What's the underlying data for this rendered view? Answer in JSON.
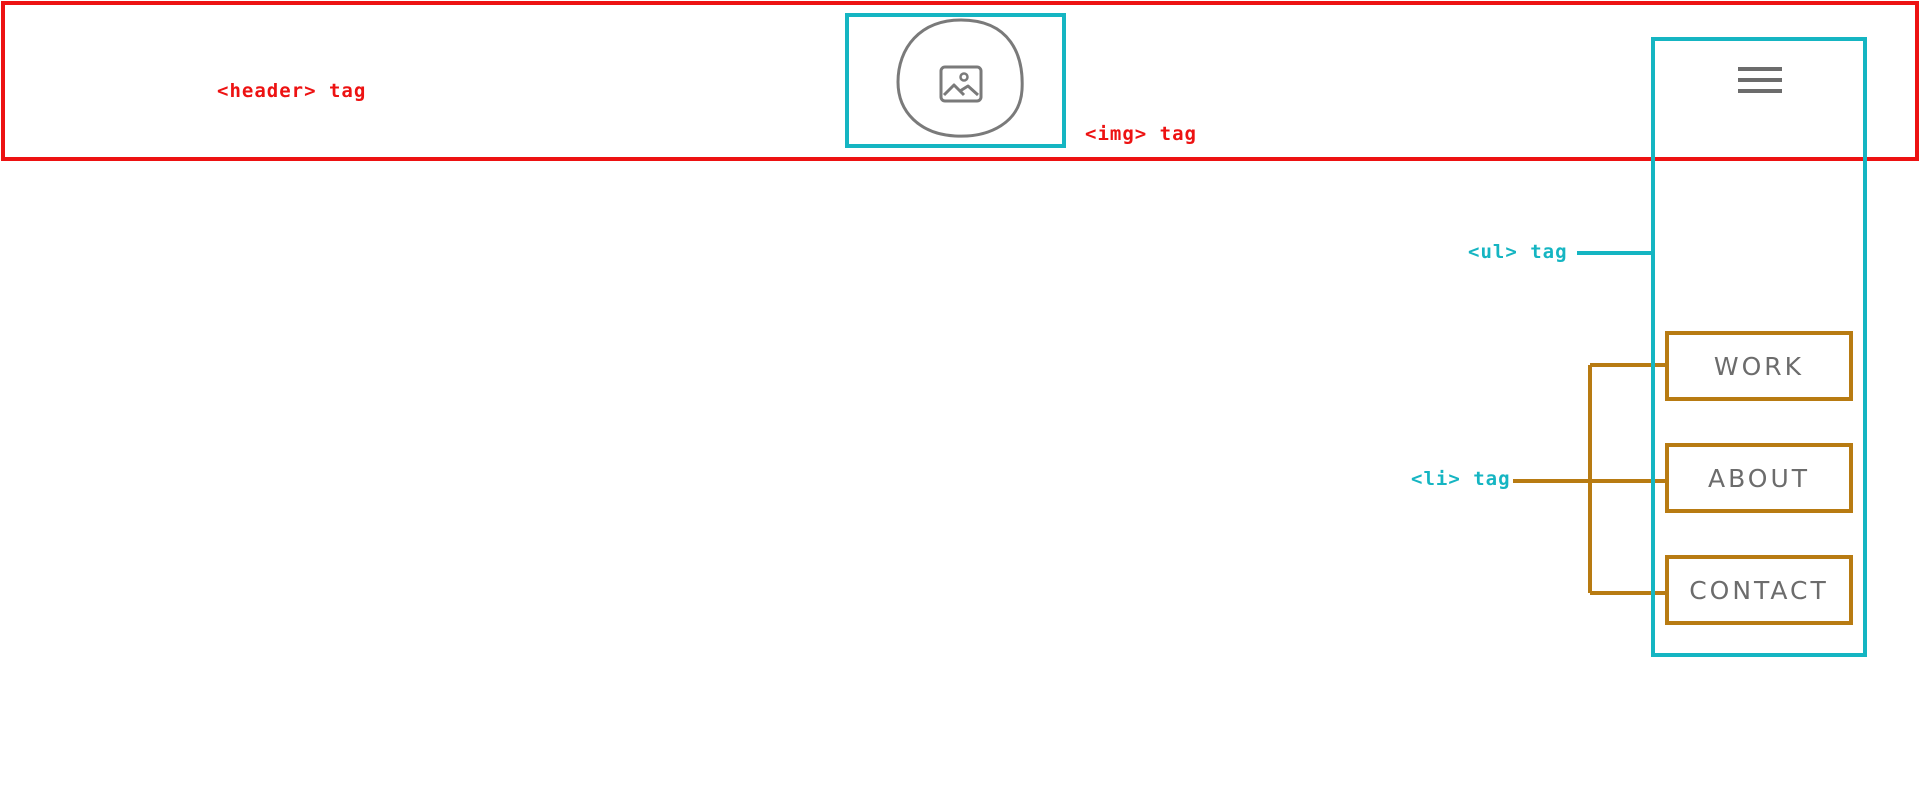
{
  "labels": {
    "header": "<header> tag",
    "img": "<img> tag",
    "ul": "<ul> tag",
    "li": "<li> tag"
  },
  "nav": {
    "items": [
      "WORK",
      "ABOUT",
      "CONTACT"
    ]
  },
  "icons": {
    "logo": "image-placeholder-icon",
    "menu": "hamburger-menu-icon"
  },
  "colors": {
    "header_outline": "#ed1212",
    "element_outline": "#15b5c2",
    "list_item_outline": "#b87b12",
    "content_gray": "#6c6c6c"
  }
}
